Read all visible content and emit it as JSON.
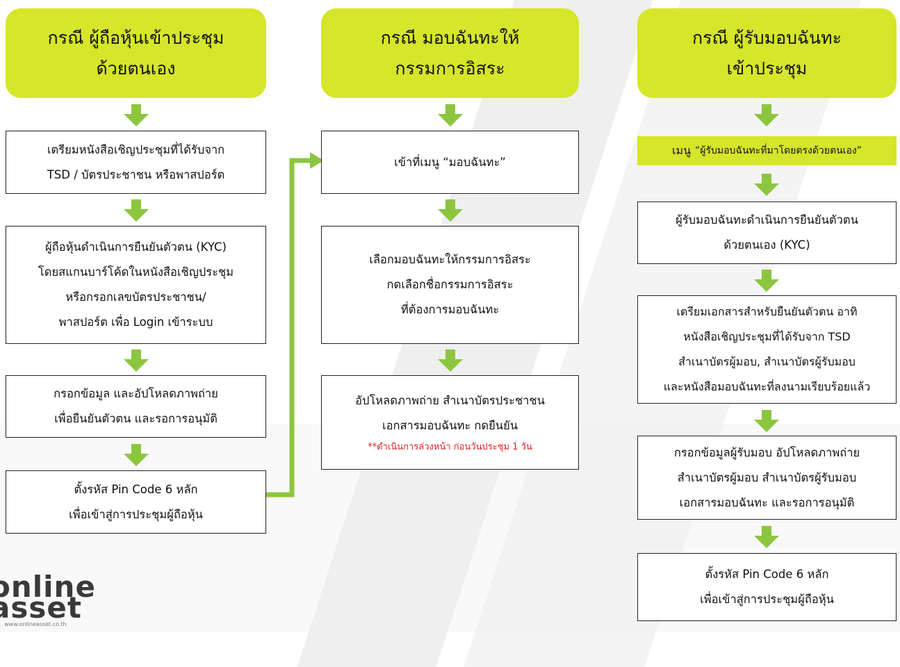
{
  "colors": {
    "accent": "#d6e62a",
    "arrow": "#8cc63f",
    "note": "#e02020",
    "border": "#222222"
  },
  "columns": [
    {
      "header": [
        "กรณี ผู้ถือหุ้นเข้าประชุม",
        "ด้วยตนเอง"
      ],
      "steps": [
        [
          "เตรียมหนังสือเชิญประชุมที่ได้รับจาก",
          "TSD / บัตรประชาชน หรือพาสปอร์ต"
        ],
        [
          "ผู้ถือหุ้นดำเนินการยืนยันตัวตน (KYC)",
          "โดยสแกนบาร์โค้ดในหนังสือเชิญประชุม",
          "หรือกรอกเลขบัตรประชาชน/",
          "พาสปอร์ต เพื่อ Login เข้าระบบ"
        ],
        [
          "กรอกข้อมูล และอัปโหลดภาพถ่าย",
          "เพื่อยืนยันตัวตน และรอการอนุมัติ"
        ],
        [
          "ตั้งรหัส Pin Code 6 หลัก",
          "เพื่อเข้าสู่การประชุมผู้ถือหุ้น"
        ]
      ]
    },
    {
      "header": [
        "กรณี มอบฉันทะให้",
        "กรรมการอิสระ"
      ],
      "steps": [
        [
          "เข้าที่เมนู “มอบฉันทะ”"
        ],
        [
          "เลือกมอบฉันทะให้กรรมการอิสระ",
          "กดเลือกชื่อกรรมการอิสระ",
          "ที่ต้องการมอบฉันทะ"
        ],
        [
          "อัปโหลดภาพถ่าย สำเนาบัตรประชาชน",
          "เอกสารมอบฉันทะ กดยืนยัน"
        ]
      ],
      "note": "**ดำเนินการล่วงหน้า ก่อนวันประชุม 1 วัน"
    },
    {
      "header": [
        "กรณี ผู้รับมอบฉันทะ",
        "เข้าประชุม"
      ],
      "menu_bar": {
        "prefix": "เมนู ",
        "quoted": "“ผู้รับมอบฉันทะที่มาโดยตรงด้วยตนเอง”"
      },
      "steps": [
        [
          "ผู้รับมอบฉันทะดำเนินการยืนยันตัวตน",
          "ด้วยตนเอง (KYC)"
        ],
        [
          "เตรียมเอกสารสำหรับยืนยันตัวตน อาทิ",
          "หนังสือเชิญประชุมที่ได้รับจาก TSD",
          "สำเนาบัตรผู้มอบ, สำเนาบัตรผู้รับมอบ",
          "และหนังสือมอบฉันทะที่ลงนามเรียบร้อยแล้ว"
        ],
        [
          "กรอกข้อมูลผู้รับมอบ อัปโหลดภาพถ่าย",
          "สำเนาบัตรผู้มอบ สำเนาบัตรผู้รับมอบ",
          "เอกสารมอบฉันทะ และรอการอนุมัติ"
        ],
        [
          "ตั้งรหัส Pin Code 6 หลัก",
          "เพื่อเข้าสู่การประชุมผู้ถือหุ้น"
        ]
      ]
    }
  ],
  "logo": {
    "line1": "online",
    "line2": "asset",
    "url": "www.onlineasset.co.th"
  }
}
